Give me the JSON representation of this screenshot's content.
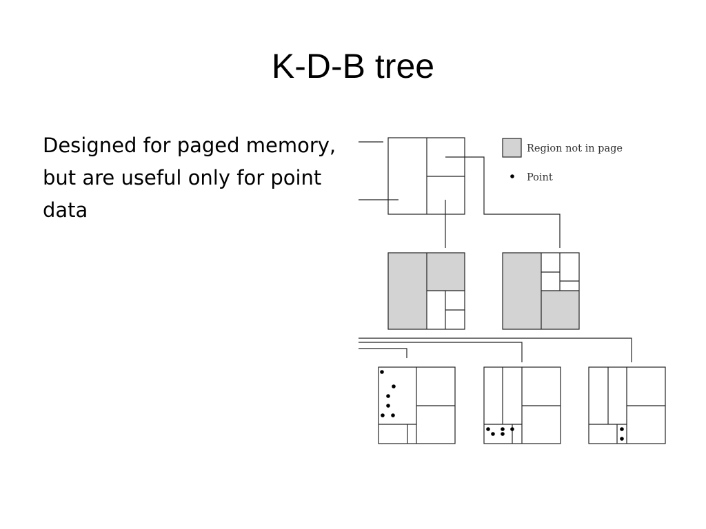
{
  "slide": {
    "title": "K-D-B tree",
    "body_lines": [
      "Designed for paged memory,",
      "but are useful only for point",
      "data"
    ]
  },
  "legend": {
    "region_label": "Region not in page",
    "point_label": "Point"
  },
  "colors": {
    "shaded_region": "#d3d3d3",
    "line": "#222222",
    "text": "#000000"
  }
}
